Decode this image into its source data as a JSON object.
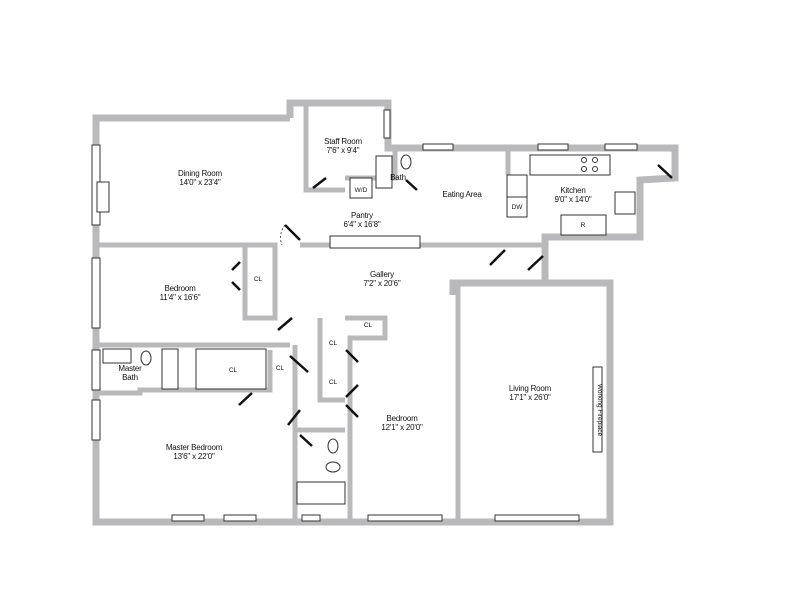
{
  "rooms": {
    "dining": {
      "name": "Dining Room",
      "size": "14'0\" x 23'4\""
    },
    "staff": {
      "name": "Staff Room",
      "size": "7'6\" x 9'4\""
    },
    "staff_bath": {
      "name": "Bath"
    },
    "washer_dryer": {
      "name": "W/D"
    },
    "eating": {
      "name": "Eating Area"
    },
    "kitchen": {
      "name": "Kitchen",
      "size": "9'0\" x 14'0\""
    },
    "dishwasher": {
      "name": "DW"
    },
    "refrigerator": {
      "name": "R"
    },
    "pantry": {
      "name": "Pantry",
      "size": "6'4\" x 16'8\""
    },
    "gallery": {
      "name": "Gallery",
      "size": "7'2\" x 20'6\""
    },
    "bedroom1": {
      "name": "Bedroom",
      "size": "11'4\" x 16'6\""
    },
    "master_bath": {
      "name": "Master",
      "name2": "Bath"
    },
    "master_bedroom": {
      "name": "Master Bedroom",
      "size": "13'6\" x 22'0\""
    },
    "bedroom2": {
      "name": "Bedroom",
      "size": "12'1\" x 20'0\""
    },
    "living": {
      "name": "Living Room",
      "size": "17'1\" x 26'0\""
    },
    "fireplace": {
      "name": "Working Fireplace"
    }
  },
  "closet_label": "CL",
  "colors": {
    "wall": "#b9b9bb",
    "line": "#111111"
  }
}
